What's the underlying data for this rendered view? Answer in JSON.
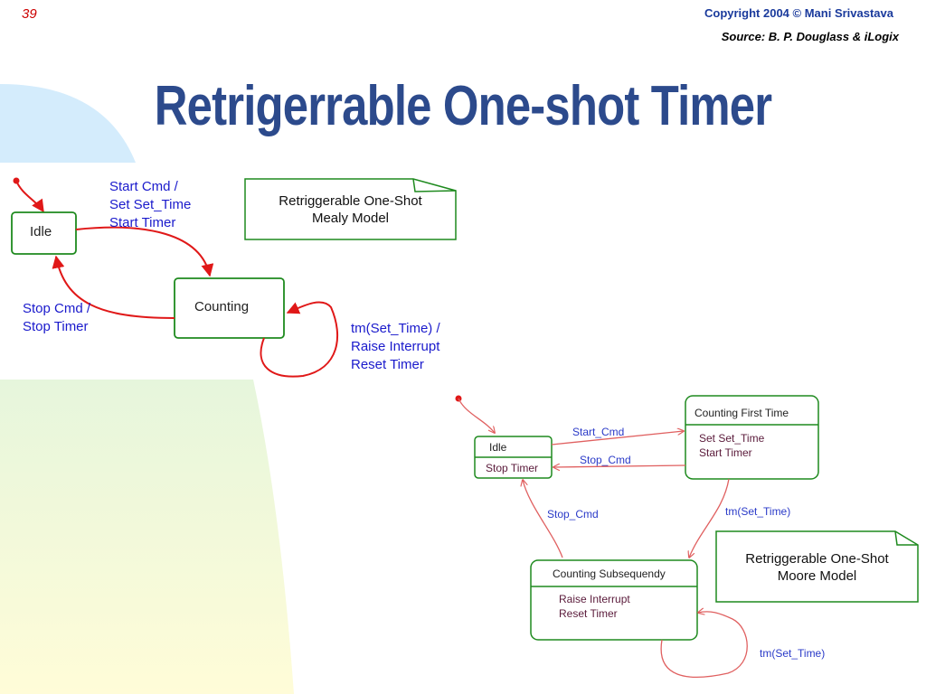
{
  "header": {
    "slide_number": "39",
    "copyright": "Copyright 2004 © Mani Srivastava",
    "source": "Source: B. P. Douglass & iLogix"
  },
  "title": "Retrigerrable One-shot Timer",
  "mealy": {
    "note": [
      "Retriggerable One-Shot",
      "Mealy Model"
    ],
    "states": {
      "idle": "Idle",
      "counting": "Counting"
    },
    "transitions": {
      "start": [
        "Start Cmd /",
        "Set Set_Time",
        "Start Timer"
      ],
      "stop": [
        "Stop Cmd /",
        "Stop Timer"
      ],
      "timeout": [
        "tm(Set_Time) /",
        "Raise Interrupt",
        "Reset Timer"
      ]
    }
  },
  "moore": {
    "note": [
      "Retriggerable One-Shot",
      "Moore Model"
    ],
    "states": {
      "idle": {
        "name": "Idle",
        "action": "Stop Timer"
      },
      "first": {
        "name": "Counting First Time",
        "actions": [
          "Set Set_Time",
          "Start Timer"
        ]
      },
      "subsequent": {
        "name": "Counting Subsequendy",
        "actions": [
          "Raise Interrupt",
          "Reset Timer"
        ]
      }
    },
    "transitions": {
      "start_cmd": "Start_Cmd",
      "stop_cmd_top": "Stop_Cmd",
      "stop_cmd_left": "Stop_Cmd",
      "tm_mid": "tm(Set_Time)",
      "tm_self": "tm(Set_Time)"
    }
  },
  "colors": {
    "title": "#2c4a8c",
    "state_border": "#1e8a1e",
    "arrow": "#e01818",
    "label_blue": "#1a1acc"
  }
}
